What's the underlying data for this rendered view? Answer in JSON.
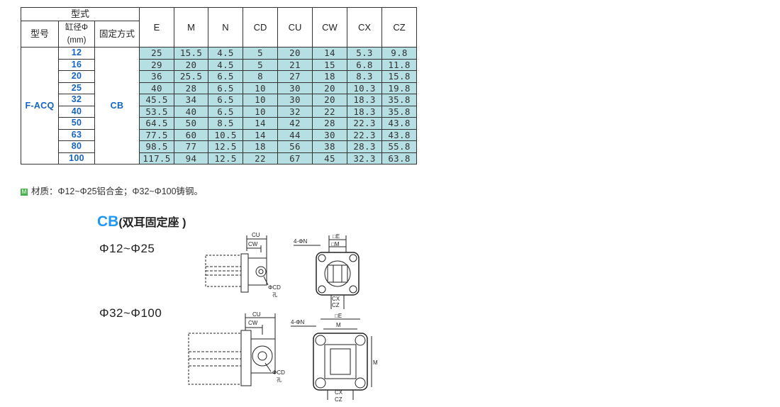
{
  "table": {
    "header_type": "型式",
    "header_model": "型号",
    "header_bore": "缸径Φ\n(mm)",
    "header_bore_line1": "缸径Φ",
    "header_bore_line2": "(mm)",
    "header_mount": "固定方式",
    "columns": [
      "E",
      "M",
      "N",
      "CD",
      "CU",
      "CW",
      "CX",
      "CZ"
    ],
    "model": "F-ACQ",
    "mount": "CB",
    "rows": [
      {
        "bore": "12",
        "vals": [
          "25",
          "15.5",
          "4.5",
          "5",
          "20",
          "14",
          "5.3",
          "9.8"
        ]
      },
      {
        "bore": "16",
        "vals": [
          "29",
          "20",
          "4.5",
          "5",
          "21",
          "15",
          "6.8",
          "11.8"
        ]
      },
      {
        "bore": "20",
        "vals": [
          "36",
          "25.5",
          "6.5",
          "8",
          "27",
          "18",
          "8.3",
          "15.8"
        ]
      },
      {
        "bore": "25",
        "vals": [
          "40",
          "28",
          "6.5",
          "10",
          "30",
          "20",
          "10.3",
          "19.8"
        ]
      },
      {
        "bore": "32",
        "vals": [
          "45.5",
          "34",
          "6.5",
          "10",
          "30",
          "20",
          "18.3",
          "35.8"
        ]
      },
      {
        "bore": "40",
        "vals": [
          "53.5",
          "40",
          "6.5",
          "10",
          "32",
          "22",
          "18.3",
          "35.8"
        ]
      },
      {
        "bore": "50",
        "vals": [
          "64.5",
          "50",
          "8.5",
          "14",
          "42",
          "28",
          "22.3",
          "43.8"
        ]
      },
      {
        "bore": "63",
        "vals": [
          "77.5",
          "60",
          "10.5",
          "14",
          "44",
          "30",
          "22.3",
          "43.8"
        ]
      },
      {
        "bore": "80",
        "vals": [
          "98.5",
          "77",
          "12.5",
          "18",
          "56",
          "38",
          "28.3",
          "55.8"
        ]
      },
      {
        "bore": "100",
        "vals": [
          "117.5",
          "94",
          "12.5",
          "22",
          "67",
          "45",
          "32.3",
          "63.8"
        ]
      }
    ]
  },
  "note": {
    "mark": "M",
    "text": "材质：Φ12~Φ25铝合金；Φ32~Φ100铸钢。"
  },
  "section": {
    "code": "CB",
    "name": "(双耳固定座 )"
  },
  "ranges": {
    "small": "Φ12~Φ25",
    "large": "Φ32~Φ100"
  },
  "drawing_labels": {
    "cu": "CU",
    "cw": "CW",
    "cd": "ΦCD",
    "hole": "孔",
    "n4": "4-ΦN",
    "e": "□E",
    "m_box": "□M",
    "m": "M",
    "cx": "CX",
    "cz": "CZ"
  },
  "colors": {
    "cell_bg": "#b6dfe3",
    "accent": "#1565c0",
    "title_accent": "#2196f3",
    "note_mark": "#4caf50"
  }
}
